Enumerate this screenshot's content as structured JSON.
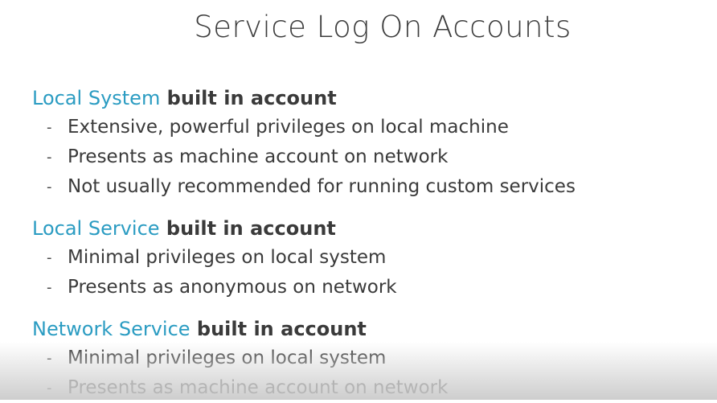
{
  "title": "Service Log On Accounts",
  "sections": [
    {
      "accent": "Local System",
      "suffix": " built in account",
      "bullets": [
        "Extensive, powerful privileges on local machine",
        "Presents as machine account on network",
        "Not usually recommended for running custom services"
      ]
    },
    {
      "accent": "Local Service",
      "suffix": " built in account",
      "bullets": [
        "Minimal privileges on local system",
        "Presents as anonymous on network"
      ]
    },
    {
      "accent": "Network Service",
      "suffix": " built in account",
      "bullets": [
        "Minimal privileges on local system",
        "Presents as machine account on network"
      ]
    }
  ],
  "bullet_marker": "-",
  "colors": {
    "accent": "#2b9cc2",
    "text": "#3a3a3a",
    "title": "#3c3c3c"
  }
}
